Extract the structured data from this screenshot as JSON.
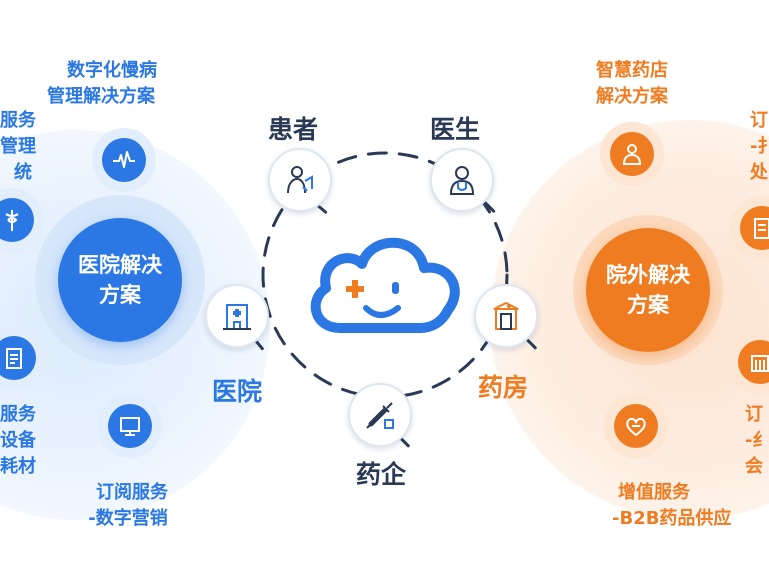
{
  "center": {
    "icon": "smiling-cloud-icon"
  },
  "left_hub": {
    "line1": "医院解决",
    "line2": "方案"
  },
  "right_hub": {
    "line1": "院外解决",
    "line2": "方案"
  },
  "nodes": {
    "patient": {
      "label": "患者",
      "icon": "patient-icon"
    },
    "doctor": {
      "label": "医生",
      "icon": "doctor-icon"
    },
    "hospital": {
      "label": "医院",
      "icon": "hospital-icon"
    },
    "pharmacy": {
      "label": "药房",
      "icon": "pharmacy-icon"
    },
    "pharma": {
      "label": "药企",
      "icon": "syringe-icon"
    }
  },
  "left_satellites": {
    "chronic": {
      "line1": "数字化慢病",
      "line2": "管理解决方案",
      "icon": "heartbeat-icon"
    },
    "top_partial": {
      "line1": "服务",
      "line2": "管理",
      "line3": "统",
      "icon": "caduceus-icon"
    },
    "mid_partial": {
      "line1": "服务",
      "line2": "设备",
      "line3": "耗材",
      "icon": "clipboard-icon"
    },
    "marketing": {
      "line1": "订阅服务",
      "line2": "-数字营销",
      "icon": "monitor-icon"
    }
  },
  "right_satellites": {
    "smart_pharmacy": {
      "line1": "智慧药店",
      "line2": "解决方案",
      "icon": "pharmacist-icon"
    },
    "top_partial": {
      "line1": "订",
      "line2": "-扌",
      "line3": "处",
      "icon": "prescription-icon"
    },
    "mid_partial": {
      "line1": "订",
      "line2": "-纟",
      "line3": "会",
      "icon": "store-icon"
    },
    "b2b": {
      "line1": "增值服务",
      "line2": "-B2B药品供应",
      "icon": "heart-hand-icon"
    }
  },
  "colors": {
    "blue": "#2b78e4",
    "orange": "#f07c22",
    "navy": "#2a3a55",
    "blue_halo": "#e9f2fd",
    "orange_halo": "#fdeee2"
  }
}
